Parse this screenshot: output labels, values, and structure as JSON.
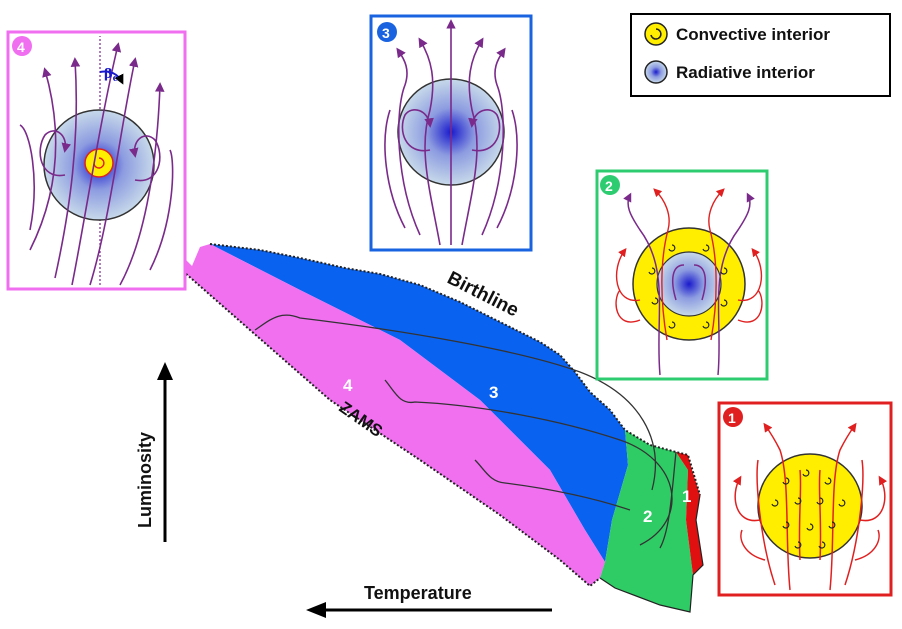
{
  "legend": {
    "convective": "Convective interior",
    "radiative": "Radiative interior"
  },
  "panels": {
    "p1": {
      "number": "1",
      "color": "#e02020"
    },
    "p2": {
      "number": "2",
      "color": "#2ecc71"
    },
    "p3": {
      "number": "3",
      "color": "#1a63e0"
    },
    "p4": {
      "number": "4",
      "color": "#f06ef0",
      "angle_label": "β",
      "angle_sub": "c"
    }
  },
  "regions": {
    "r1": {
      "label": "1",
      "color": "#e01010"
    },
    "r2": {
      "label": "2",
      "color": "#2fcc66"
    },
    "r3": {
      "label": "3",
      "color": "#0a62f0"
    },
    "r4": {
      "label": "4",
      "color": "#f070f0"
    }
  },
  "curves": {
    "birthline": "Birthline",
    "zams": "ZAMS"
  },
  "axes": {
    "y": "Luminosity",
    "x": "Temperature"
  },
  "colors": {
    "field_line": "#7a2a8a",
    "red_field": "#e02020",
    "star_yellow": "#ffee00",
    "star_blue": "#2a3ad0"
  }
}
